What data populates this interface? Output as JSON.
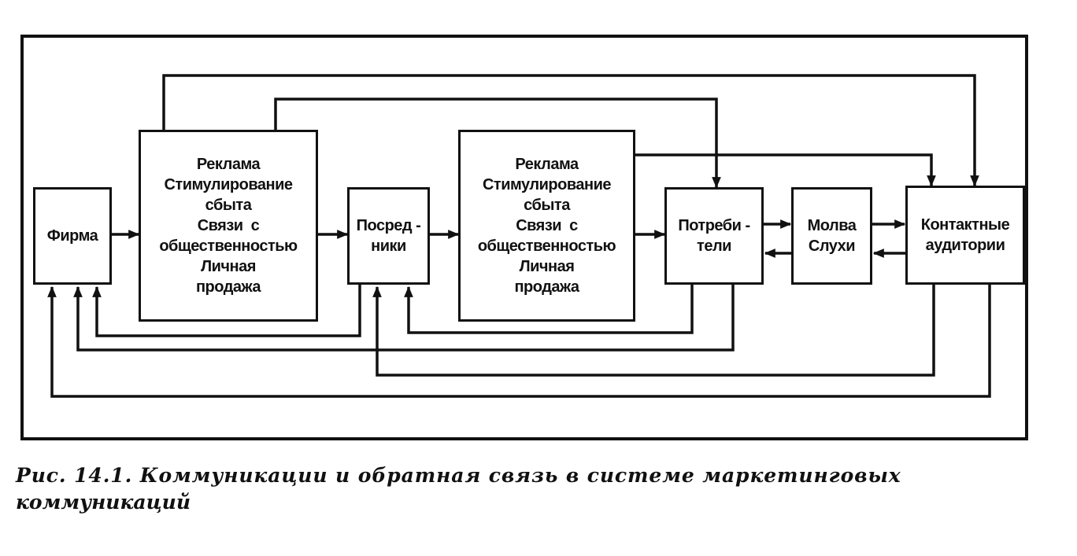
{
  "diagram": {
    "nodes": {
      "firm": {
        "lines": [
          "Фирма"
        ]
      },
      "promo_a": {
        "lines": [
          "Реклама",
          "Стимулирование",
          "сбыта",
          "Связи  с",
          "общественностью",
          "Личная",
          "продажа"
        ]
      },
      "intermediaries": {
        "lines": [
          "Посред -",
          "ники"
        ]
      },
      "promo_b": {
        "lines": [
          "Реклама",
          "Стимулирование",
          "сбыта",
          "Связи  с",
          "общественностью",
          "Личная",
          "продажа"
        ]
      },
      "consumers": {
        "lines": [
          "Потреби -",
          "тели"
        ]
      },
      "rumors": {
        "lines": [
          "Молва",
          "Слухи"
        ]
      },
      "audiences": {
        "lines": [
          "Контактные",
          "аудитории"
        ]
      }
    },
    "edges": [
      {
        "from": "firm",
        "to": "promo_a"
      },
      {
        "from": "promo_a",
        "to": "intermediaries"
      },
      {
        "from": "intermediaries",
        "to": "promo_b"
      },
      {
        "from": "promo_b",
        "to": "consumers"
      },
      {
        "from": "consumers",
        "to": "rumors"
      },
      {
        "from": "rumors",
        "to": "consumers"
      },
      {
        "from": "rumors",
        "to": "audiences"
      },
      {
        "from": "audiences",
        "to": "rumors"
      },
      {
        "from": "promo_a",
        "to": "consumers"
      },
      {
        "from": "promo_a",
        "to": "audiences"
      },
      {
        "from": "promo_b",
        "to": "audiences"
      },
      {
        "from": "intermediaries",
        "to": "firm"
      },
      {
        "from": "consumers",
        "to": "firm"
      },
      {
        "from": "audiences",
        "to": "firm"
      },
      {
        "from": "consumers",
        "to": "intermediaries"
      },
      {
        "from": "audiences",
        "to": "intermediaries"
      }
    ]
  },
  "caption": {
    "line1": "Рис. 14.1. Коммуникации и обратная связь в системе маркетинговых",
    "line2": "коммуникаций"
  }
}
